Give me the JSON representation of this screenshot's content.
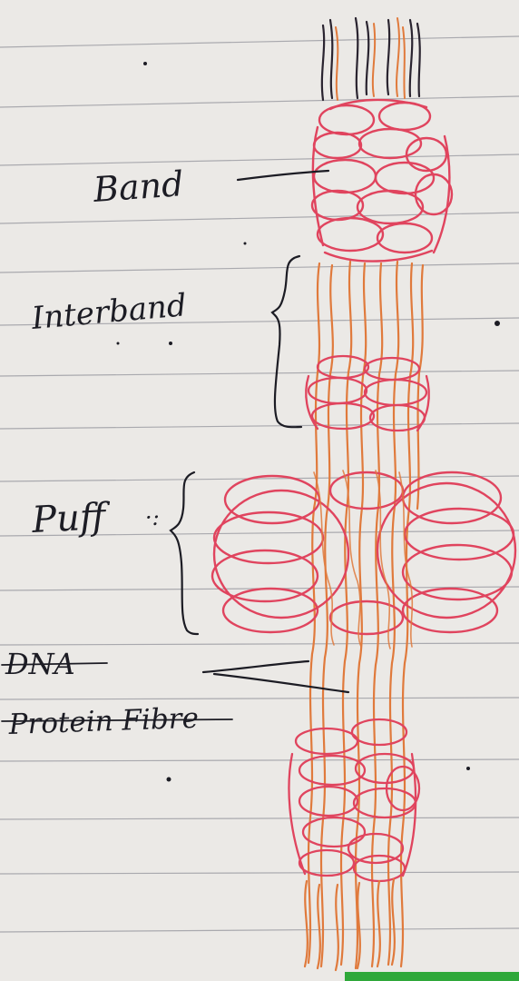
{
  "labels": {
    "band": "Band",
    "interband": "Interband",
    "puff": "Puff",
    "dna": "DNA",
    "protein_fibre": "Protein Fibre"
  },
  "colors": {
    "paper": "#ebe9e6",
    "ruled_line": "#a9a9ae",
    "ink": "#1c1c24",
    "chromatin_red": "#e0445e",
    "fibre_orange": "#e07a3c",
    "dark_strand": "#2a2430",
    "green_edge": "#2fa83a"
  }
}
